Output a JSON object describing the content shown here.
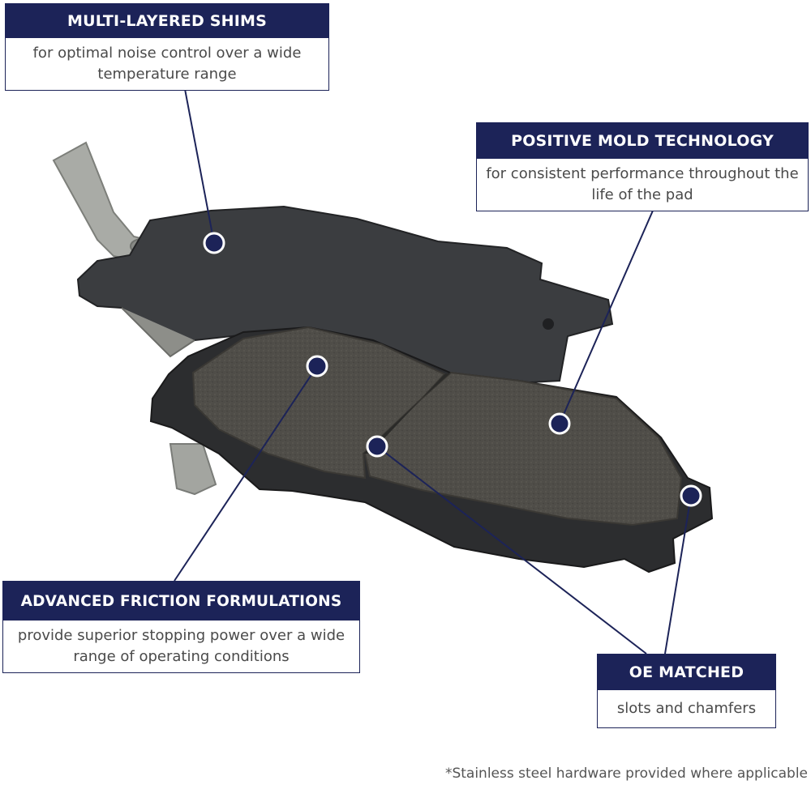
{
  "callouts": {
    "shims": {
      "title": "MULTI-LAYERED SHIMS",
      "text": "for optimal noise control over a wide temperature range"
    },
    "mold": {
      "title": "POSITIVE MOLD TECHNOLOGY",
      "text": "for consistent performance throughout the life of the pad"
    },
    "friction": {
      "title": "ADVANCED FRICTION FORMULATIONS",
      "text": "provide superior stopping power over a wide range of operating conditions"
    },
    "oe": {
      "title": "OE MATCHED",
      "text": "slots and chamfers"
    }
  },
  "footnote": "*Stainless steel hardware provided where applicable",
  "colors": {
    "navy": "#1c2358",
    "friction_material": "#4e4c47",
    "backing_plate": "#3b3d40",
    "steel_hardware": "#a9aba6"
  }
}
